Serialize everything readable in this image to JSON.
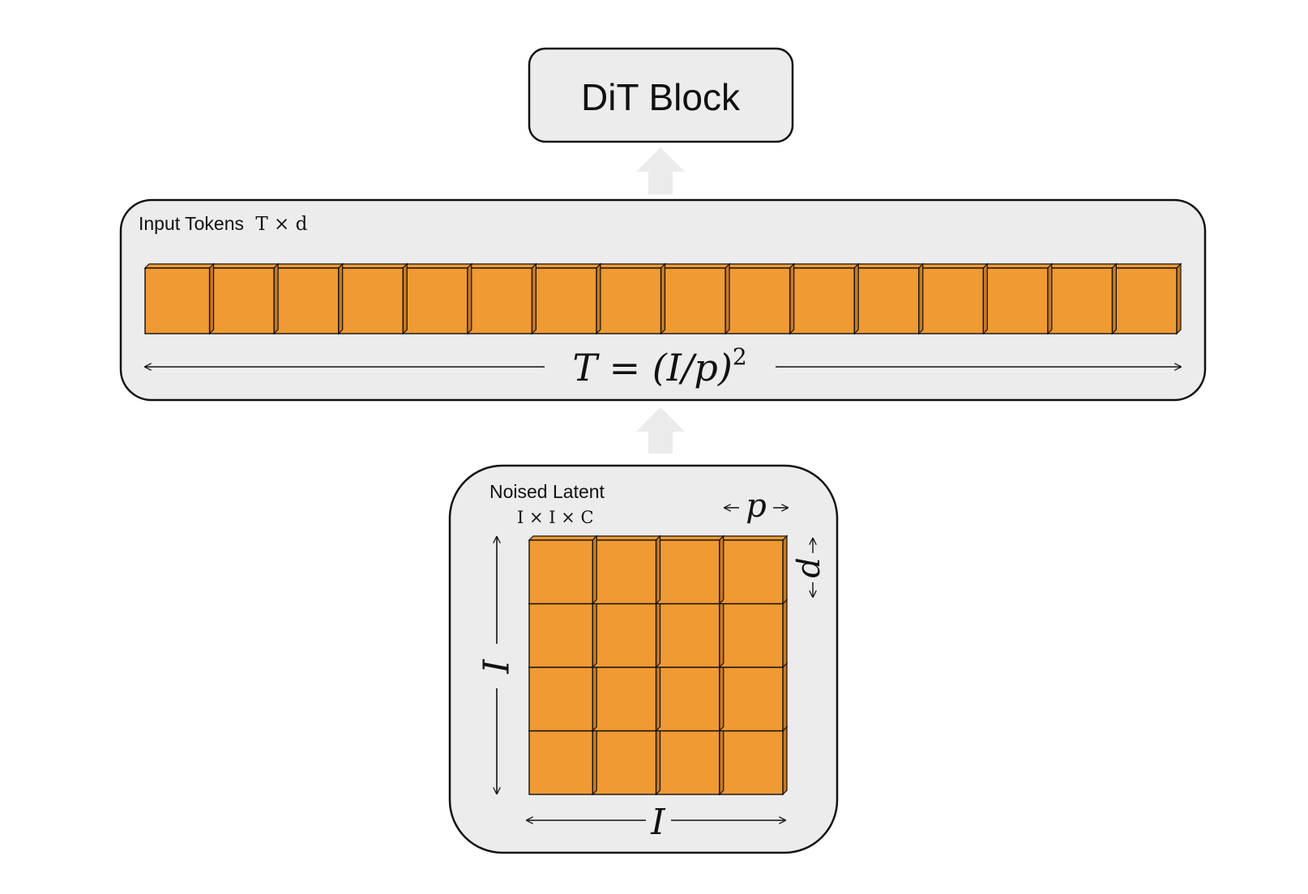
{
  "dit_block": {
    "label": "DiT Block"
  },
  "tokens_panel": {
    "title": "Input Tokens",
    "dims": "T × d",
    "token_count": 16,
    "formula": "T = (I/p)",
    "formula_exponent": "2"
  },
  "latent_panel": {
    "title": "Noised Latent",
    "dims": "I × I × C",
    "grid_rows": 4,
    "grid_cols": 4,
    "side_label": "I",
    "bottom_label": "I",
    "patch_label_top": "p",
    "patch_label_right": "p"
  },
  "colors": {
    "token_fill": "#f09a33",
    "token_side": "#c77a22",
    "panel_fill": "#ececec",
    "arrow_fill": "#ebebeb"
  }
}
